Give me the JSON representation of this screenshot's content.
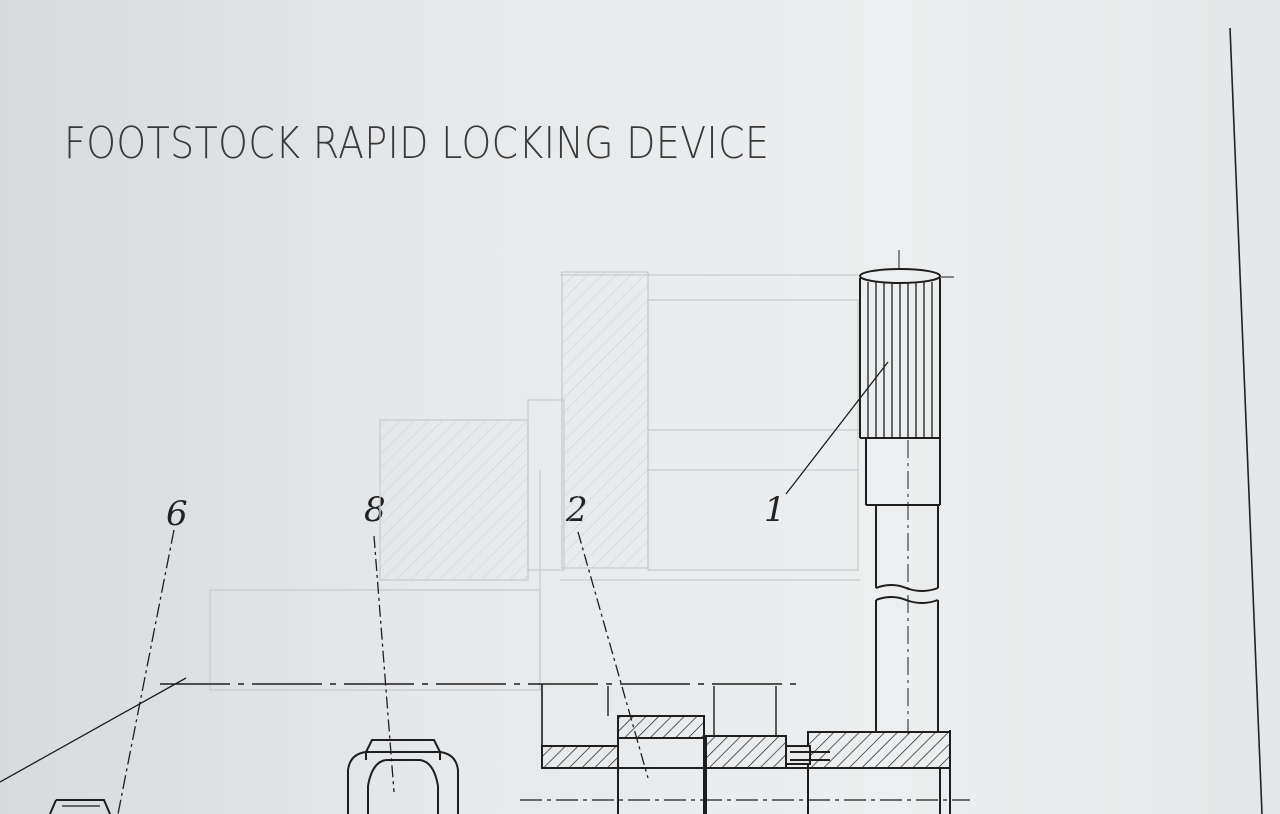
{
  "title": "FOOTSTOCK RAPID LOCKING DEVICE",
  "callouts": [
    {
      "id": "6",
      "label": "6"
    },
    {
      "id": "8",
      "label": "8"
    },
    {
      "id": "2",
      "label": "2"
    },
    {
      "id": "1",
      "label": "1"
    }
  ],
  "colors": {
    "paper": "#e6e8ea",
    "ink": "#1e1e1e",
    "faint_ink": "#c9cccf"
  }
}
